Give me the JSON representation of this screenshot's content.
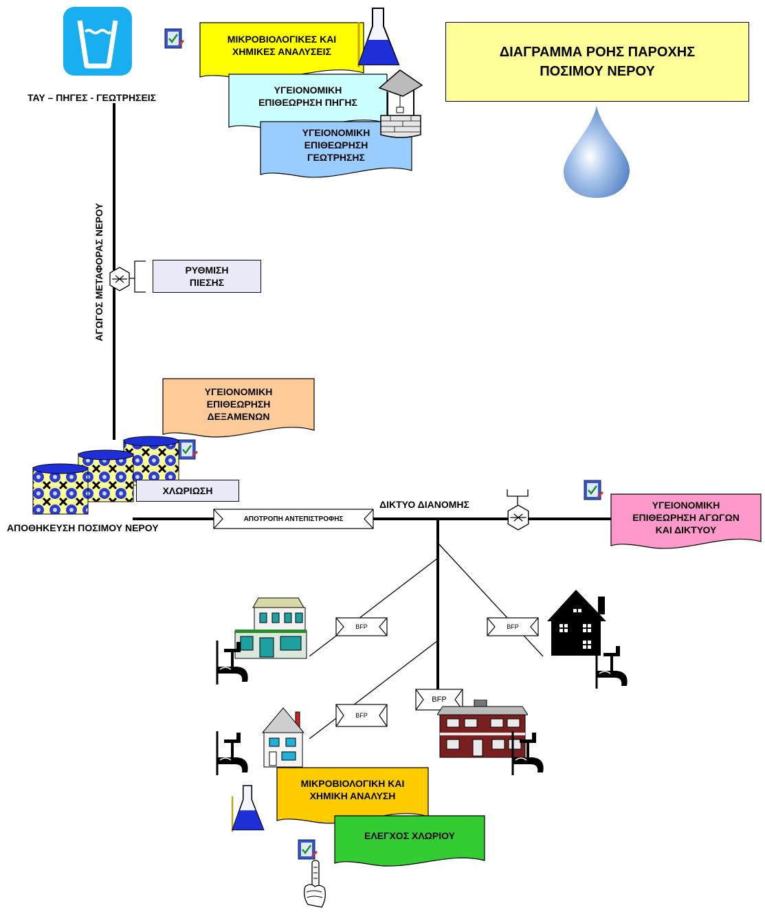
{
  "title": "ΔΙΑΓΡΑΜΜΑ ΡΟΗΣ ΠΑΡΟΧΗΣ\nΠΟΣΙΜΟΥ ΝΕΡΟΥ",
  "source_label": "ΤΑΥ – ΠΗΓΕΣ - ΓΕΩΤΡΗΣΕΙΣ",
  "pipe_label": "ΑΓΩΓΟΣ ΜΕΤΑΦΟΡΑΣ ΝΕΡΟΥ",
  "storage_label": "ΑΠΟΘΗΚΕΥΣΗ ΠΟΣΙΜΟΥ ΝΕΡΟΥ",
  "network_label": "ΔΙΚΤΥΟ ΔΙΑΝΟΜΗΣ",
  "docs": {
    "micro_chem": "ΜΙΚΡΟΒΙΟΛΟΓΙΚΕΣ ΚΑΙ\nΧΗΜΙΚΕΣ ΑΝΑΛΥΣΕΙΣ",
    "spring": "ΥΓΕΙΟΝΟΜΙΚΗ\nΕΠΙΘΕΩΡΗΣΗ ΠΗΓΗΣ",
    "borehole": "ΥΓΕΙΟΝΟΜΙΚΗ\nΕΠΙΘΕΩΡΗΣΗ\nΓΕΩΤΡΗΣΗΣ",
    "tanks": "ΥΓΕΙΟΝΟΜΙΚΗ\nΕΠΙΘΕΩΡΗΣΗ\nΔΕΞΑΜΕΝΩΝ",
    "network": "ΥΓΕΙΟΝΟΜΙΚΗ\nΕΠΙΘΕΩΡΗΣΗ ΑΓΩΓΩΝ\nΚΑΙ ΔΙΚΤΥΟΥ",
    "micro_single": "ΜΙΚΡΟΒΙΟΛΟΓΙΚΗ ΚΑΙ\nΧΗΜΙΚΗ ΑΝΑΛΥΣΗ",
    "chlorine": "ΕΛΕΓΧΟΣ ΧΛΩΡΙΟΥ"
  },
  "boxes": {
    "pressure": "ΡΥΘΜΙΣΗ\nΠΙΕΣΗΣ",
    "chlorination": "ΧΛΩΡΙΩΣΗ"
  },
  "backflow_label": "ΑΠΟΤΡΟΠΗ ΑΝΤΕΠΙΣΤΡΟΦΗΣ",
  "bfp_labels": [
    "BFP",
    "BFP",
    "BFP",
    "BFP"
  ],
  "colors": {
    "micro_chem": "#ffff00",
    "spring": "#ccffff",
    "borehole": "#99ccff",
    "tanks": "#ffcc99",
    "network": "#ff99cc",
    "micro_single": "#ffcc00",
    "chlorine": "#33cc33",
    "title_bg": "#ffff99",
    "box_bg": "#eaeaf8"
  },
  "icons": [
    "water-glass-icon",
    "checklist-icon",
    "lab-flask-icon",
    "wishing-well-icon",
    "water-drop-icon",
    "pressure-valve-icon",
    "storage-tanks-icon",
    "house-icon",
    "faucet-icon",
    "test-tube-hand-icon"
  ]
}
